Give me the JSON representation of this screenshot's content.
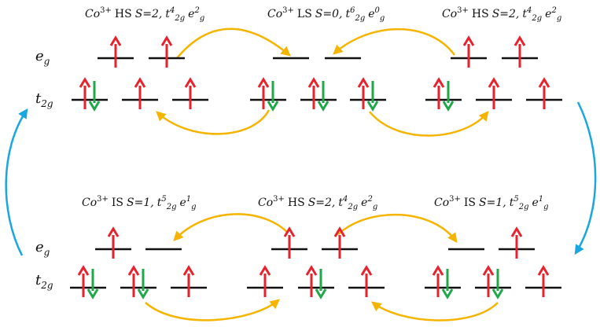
{
  "colors": {
    "spin_up": "#e8212b",
    "spin_down": "#1fa84a",
    "transfer_arrow": "#f5b400",
    "cycle_arrow": "#1aa6e0",
    "level_line": "#111111"
  },
  "level_labels": {
    "eg": {
      "main": "e",
      "sub": "g"
    },
    "t2g": {
      "main": "t",
      "sub": "2g"
    }
  },
  "top_row": {
    "sites": [
      {
        "ion": "Co",
        "charge": "3+",
        "spin_state": "HS",
        "spin_label": "S=2,",
        "t_sup": "4",
        "t_sub": "2g",
        "e_sup": "2",
        "e_sub": "g",
        "t2g": [
          "up-down",
          "up",
          "up"
        ],
        "eg": [
          "up",
          "up"
        ]
      },
      {
        "ion": "Co",
        "charge": "3+",
        "spin_state": "LS",
        "spin_label": "S=0,",
        "t_sup": "6",
        "t_sub": "2g",
        "e_sup": "0",
        "e_sub": "g",
        "t2g": [
          "up-down",
          "up-down",
          "up-down"
        ],
        "eg": [
          "",
          ""
        ]
      },
      {
        "ion": "Co",
        "charge": "3+",
        "spin_state": "HS",
        "spin_label": "S=2,",
        "t_sup": "4",
        "t_sub": "2g",
        "e_sup": "2",
        "e_sub": "g",
        "t2g": [
          "up-down",
          "up",
          "up"
        ],
        "eg": [
          "up",
          "up"
        ]
      }
    ]
  },
  "bottom_row": {
    "sites": [
      {
        "ion": "Co",
        "charge": "3+",
        "spin_state": "IS",
        "spin_label": "S=1,",
        "t_sup": "5",
        "t_sub": "2g",
        "e_sup": "1",
        "e_sub": "g",
        "t2g": [
          "up-down",
          "up-down",
          "up"
        ],
        "eg": [
          "up",
          ""
        ]
      },
      {
        "ion": "Co",
        "charge": "3+",
        "spin_state": "HS",
        "spin_label": "S=2,",
        "t_sup": "4",
        "t_sub": "2g",
        "e_sup": "2",
        "e_sub": "g",
        "t2g": [
          "up",
          "up-down",
          "up"
        ],
        "eg": [
          "up",
          "up"
        ]
      },
      {
        "ion": "Co",
        "charge": "3+",
        "spin_state": "IS",
        "spin_label": "S=1,",
        "t_sup": "5",
        "t_sub": "2g",
        "e_sup": "1",
        "e_sub": "g",
        "t2g": [
          "up-down",
          "up-down",
          "up"
        ],
        "eg": [
          "",
          "up"
        ]
      }
    ]
  }
}
